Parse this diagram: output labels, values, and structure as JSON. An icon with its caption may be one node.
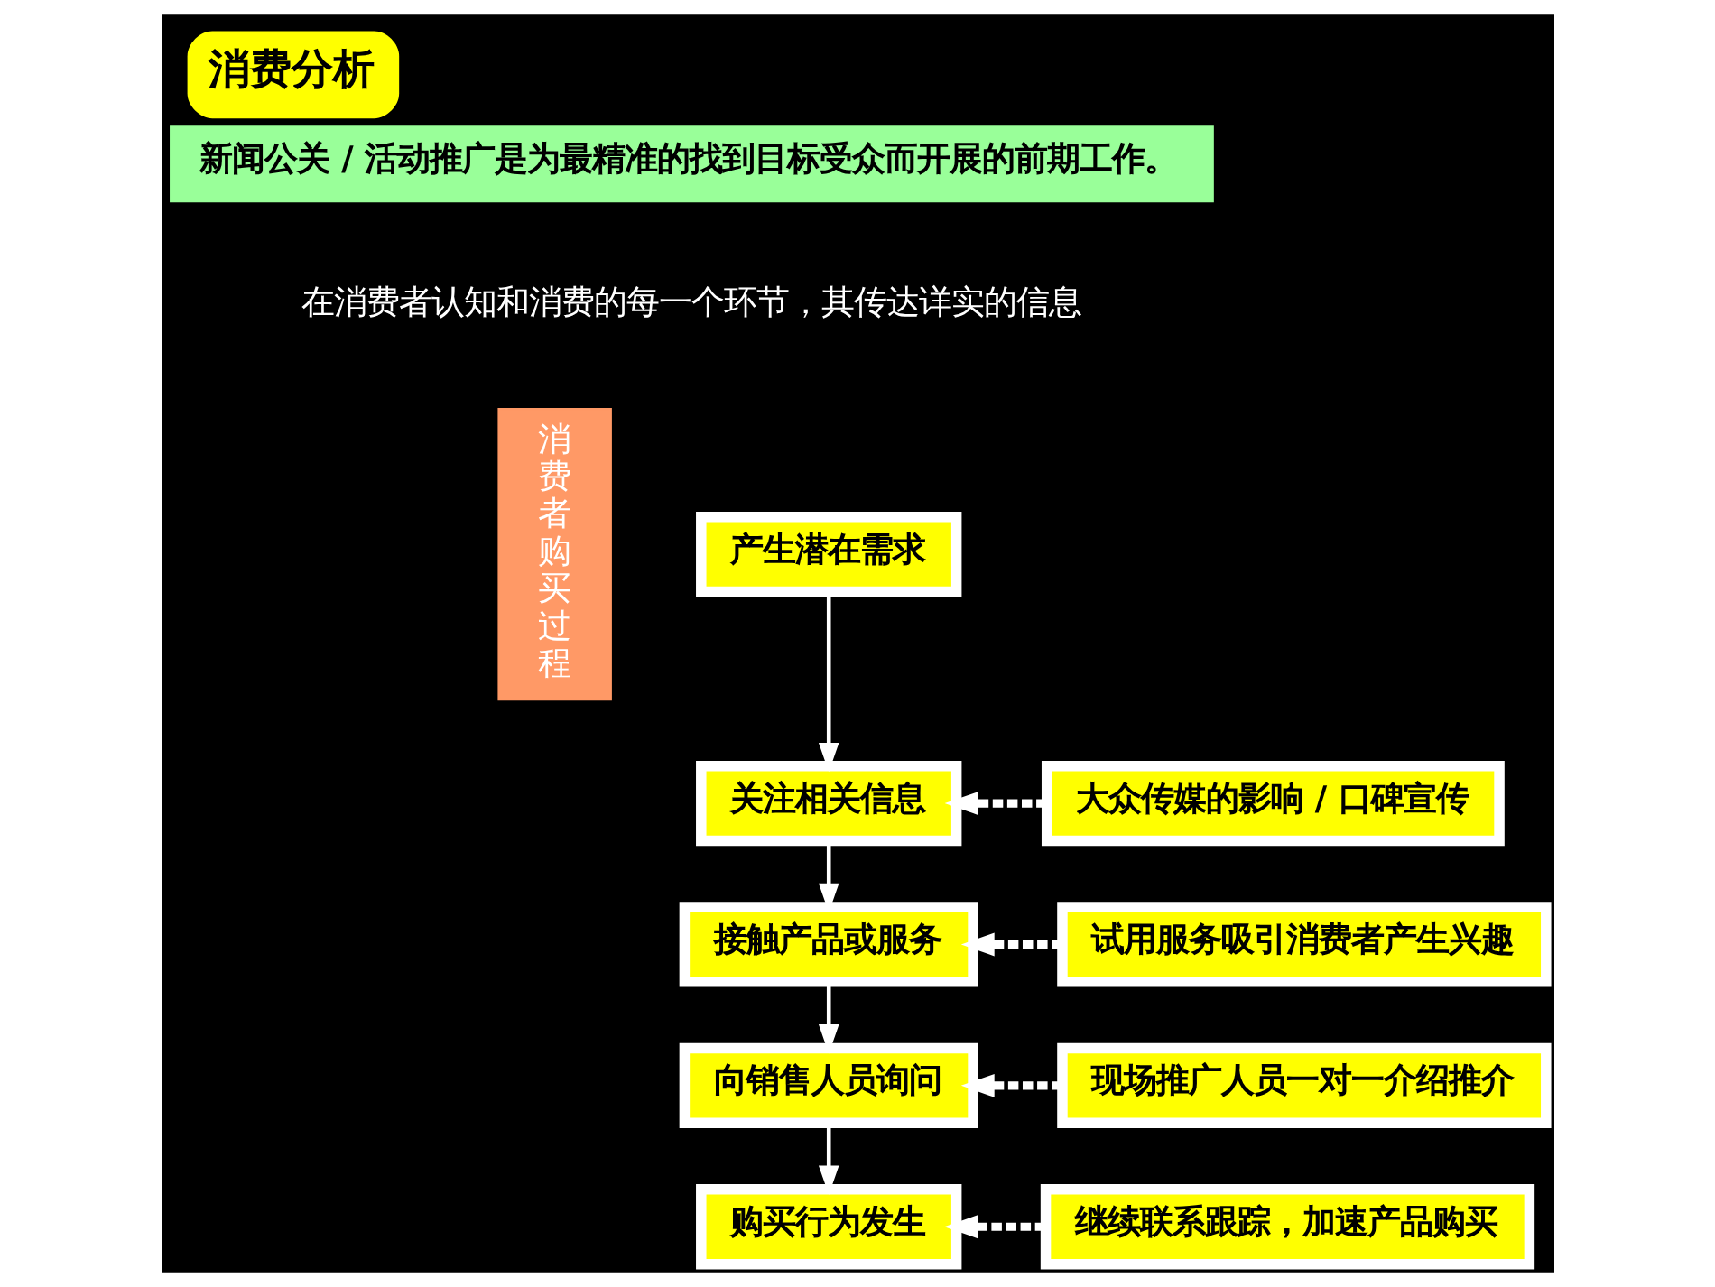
{
  "diagram": {
    "title": "消费分析",
    "nodes": [
      {
        "text": [
          "新闻公关 / 活动推广是为最精准的找到目标受众而开展的前期工作。"
        ]
      },
      {
        "text": [
          "消费者购买过程"
        ]
      },
      {
        "text": [
          "产生潜在需求"
        ]
      },
      {
        "text": [
          "关注相关信息"
        ]
      },
      {
        "text": [
          "接触产品或服务"
        ]
      },
      {
        "text": [
          "向销售人员询问"
        ]
      },
      {
        "text": [
          "购买行为发生"
        ]
      },
      {
        "text": [
          "大众传媒的影响 / 口碑宣传"
        ]
      },
      {
        "text": [
          "试用服务吸引消费者产生兴趣"
        ]
      },
      {
        "text": [
          "现场推广人员一对一介绍推介"
        ]
      },
      {
        "text": [
          "继续联系跟踪，加速产品购买"
        ]
      }
    ],
    "edges": [
      {
        "from": 2,
        "to": 3,
        "arrow": "to"
      },
      {
        "from": 3,
        "to": 4,
        "arrow": "to"
      },
      {
        "from": 4,
        "to": 5,
        "arrow": "to"
      },
      {
        "from": 5,
        "to": 6,
        "arrow": "to"
      },
      {
        "from": 7,
        "to": 3,
        "arrow": "to",
        "style": "dashed"
      },
      {
        "from": 8,
        "to": 4,
        "arrow": "to",
        "style": "dashed"
      },
      {
        "from": 9,
        "to": 5,
        "arrow": "to",
        "style": "dashed"
      },
      {
        "from": 10,
        "to": 6,
        "arrow": "to",
        "style": "dashed"
      }
    ],
    "labels": [
      "在消费者认知和消费的每一个环节，其传达详实的信息"
    ]
  }
}
